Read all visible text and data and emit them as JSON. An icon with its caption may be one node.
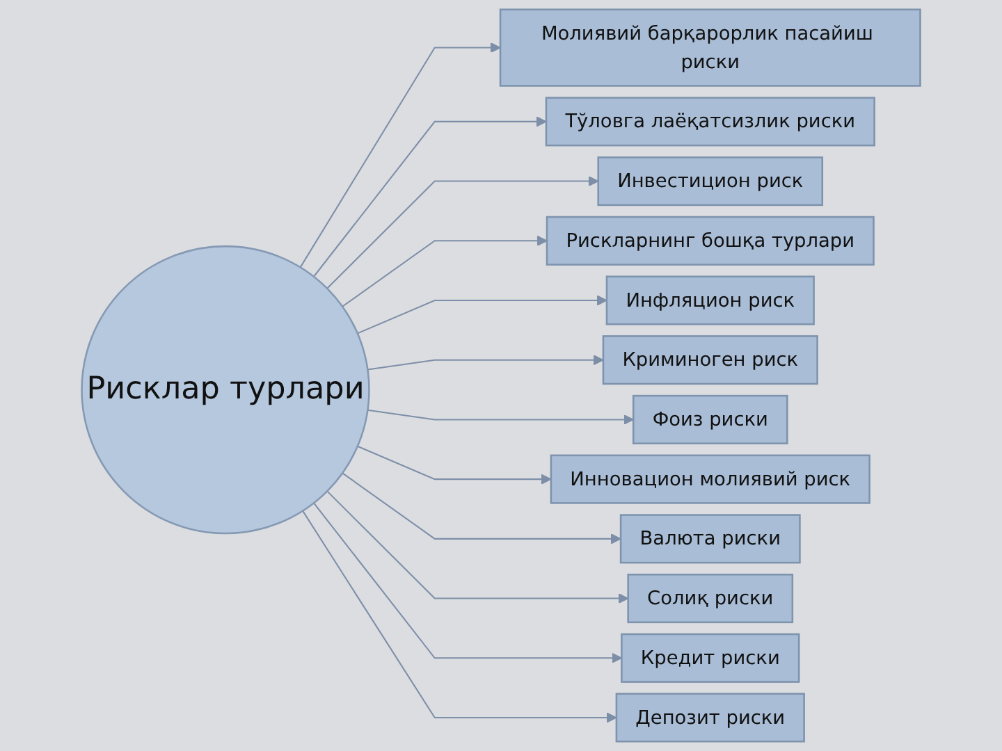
{
  "diagram": {
    "nodes": [
      {
        "text": [
          "Рисклар турлари"
        ]
      },
      {
        "text": [
          "Молиявий барқарорлик пасайиш риски"
        ]
      },
      {
        "text": [
          "Тўловга лаёқатсизлик риски"
        ]
      },
      {
        "text": [
          "Инвестицион риск"
        ]
      },
      {
        "text": [
          "Рискларнинг бошқа турлари"
        ]
      },
      {
        "text": [
          "Инфляцион риск"
        ]
      },
      {
        "text": [
          "Криминоген риск"
        ]
      },
      {
        "text": [
          "Фоиз риски"
        ]
      },
      {
        "text": [
          "Инновацион молиявий риск"
        ]
      },
      {
        "text": [
          "Валюта риски"
        ]
      },
      {
        "text": [
          "Солиқ риски"
        ]
      },
      {
        "text": [
          "Кредит риски"
        ]
      },
      {
        "text": [
          "Депозит риски"
        ]
      }
    ],
    "edges": [
      {
        "from": 0,
        "to": 1,
        "arrow": "to"
      },
      {
        "from": 0,
        "to": 2,
        "arrow": "to"
      },
      {
        "from": 0,
        "to": 3,
        "arrow": "to"
      },
      {
        "from": 0,
        "to": 4,
        "arrow": "to"
      },
      {
        "from": 0,
        "to": 5,
        "arrow": "to"
      },
      {
        "from": 0,
        "to": 6,
        "arrow": "to"
      },
      {
        "from": 0,
        "to": 7,
        "arrow": "to"
      },
      {
        "from": 0,
        "to": 8,
        "arrow": "to"
      },
      {
        "from": 0,
        "to": 9,
        "arrow": "to"
      },
      {
        "from": 0,
        "to": 10,
        "arrow": "to"
      },
      {
        "from": 0,
        "to": 11,
        "arrow": "to"
      },
      {
        "from": 0,
        "to": 12,
        "arrow": "to"
      }
    ]
  }
}
